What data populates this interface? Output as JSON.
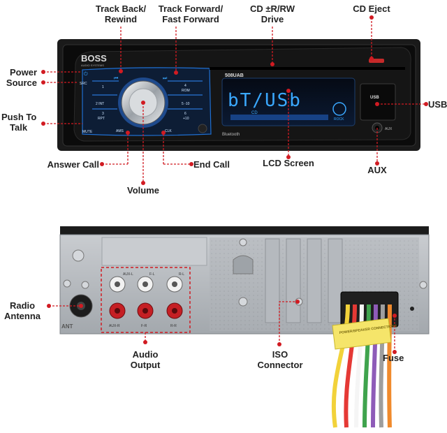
{
  "front_panel": {
    "brand": "BOSS",
    "brand_sub": "AUDIO SYSTEMS",
    "model": "508UAB",
    "lcd_text": "bT/USb",
    "lcd_small": "CD",
    "lcd_mode": "ROCK",
    "bluetooth_label": "Bluetooth",
    "usb_label": "USB",
    "aux_label": "AUX",
    "buttons": {
      "src": "SRC",
      "mute": "MUTE",
      "amp": "AMS",
      "rom": "ROM",
      "int": "2 INT",
      "rpt": "RPT",
      "minus10": "5 -10",
      "plus10": "+10",
      "clk": "CLK",
      "n1": "1",
      "n3": "3",
      "n4": "4",
      "n6": "6"
    }
  },
  "rear_panel": {
    "rca_left_top": "AUX-L",
    "rca_mid_top": "F-L",
    "rca_right_top": "R-L",
    "rca_left_bot": "AUX-R",
    "rca_mid_bot": "F-R",
    "rca_right_bot": "R-R",
    "antenna_label": "ANT",
    "harness_tag": "POWER/SPEAKER CONNECTIONS"
  },
  "callouts": {
    "track_back": [
      "Track Back/",
      "Rewind"
    ],
    "track_forward": [
      "Track Forward/",
      "Fast Forward"
    ],
    "cd_drive": [
      "CD ±R/RW",
      "Drive"
    ],
    "cd_eject": "CD Eject",
    "power_source": [
      "Power",
      "Source"
    ],
    "push_to_talk": [
      "Push To",
      "Talk"
    ],
    "usb": "USB",
    "answer_call": "Answer Call",
    "end_call": "End Call",
    "lcd_screen": "LCD Screen",
    "aux": "AUX",
    "volume": "Volume",
    "radio_antenna": [
      "Radio",
      "Antenna"
    ],
    "audio_output": [
      "Audio",
      "Output"
    ],
    "iso_connector": [
      "ISO",
      "Connector"
    ],
    "fuse": "Fuse"
  },
  "colors": {
    "callout": "#d11b22",
    "lcd_blue": "#3aa8ff",
    "panel_black": "#111111",
    "chassis": "#b9bdc2"
  }
}
